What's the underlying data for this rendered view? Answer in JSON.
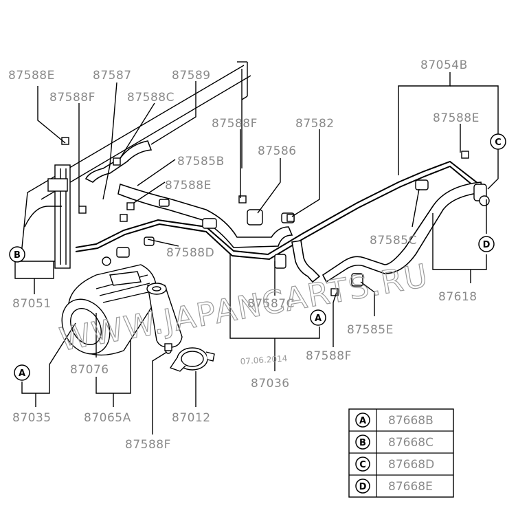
{
  "labels": {
    "p87588E_left": "87588E",
    "p87587": "87587",
    "p87589": "87589",
    "p87588F_left": "87588F",
    "p87588C": "87588C",
    "p87588F_top": "87588F",
    "p87582": "87582",
    "p87054B": "87054B",
    "p87588E_right": "87588E",
    "p87585B": "87585B",
    "p87586": "87586",
    "p87588E_mid": "87588E",
    "p87585C": "87585C",
    "p87588D": "87588D",
    "p87051": "87051",
    "p87587C": "87587C",
    "p87618": "87618",
    "p87585E": "87585E",
    "p87588F_mid": "87588F",
    "p87076": "87076",
    "p87036": "87036",
    "p87035": "87035",
    "p87065A": "87065A",
    "p87012": "87012",
    "p87588F_bottom": "87588F"
  },
  "callouts": {
    "a_left": "A",
    "a_mid": "A",
    "b_left": "B",
    "c_right": "C",
    "d_right": "D"
  },
  "legend": [
    {
      "key": "A",
      "part": "87668B"
    },
    {
      "key": "B",
      "part": "87668C"
    },
    {
      "key": "C",
      "part": "87668D"
    },
    {
      "key": "D",
      "part": "87668E"
    }
  ],
  "watermark": "WWW.JAPANCARTS.RU",
  "date_stamp": "07.06.2014"
}
